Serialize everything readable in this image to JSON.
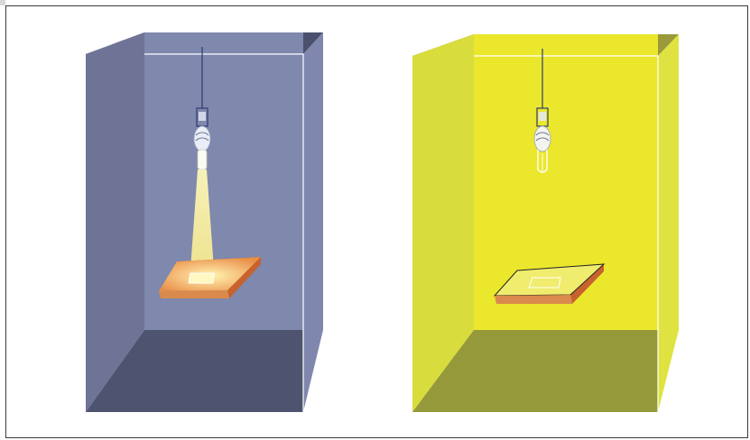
{
  "figure": {
    "rooms": [
      {
        "id": "room-lit",
        "lamp_state": "on",
        "colors": {
          "left_wall": "#6f7395",
          "back_wall": "#7f88ad",
          "right_wall": "#8087ae",
          "ceiling": "#4b506c",
          "floor": "#4e5470",
          "edge": "#ffffff"
        }
      },
      {
        "id": "room-unlit",
        "lamp_state": "off",
        "colors": {
          "left_wall": "#d8dc3c",
          "back_wall": "#ebe72d",
          "right_wall": "#dfe341",
          "ceiling": "#9a9a3a",
          "floor": "#95993a",
          "edge": "#ffffff"
        }
      }
    ],
    "colors": {
      "frame_border": "#3a3a3a",
      "cord": "#2e3a6e",
      "beam": "#f6f0a8",
      "slab_top_lit": "#f2b26a",
      "slab_side": "#c8622c",
      "slab_top_unlit": "#f0ec6e",
      "slab_edge_dark": "#a8461e"
    }
  }
}
